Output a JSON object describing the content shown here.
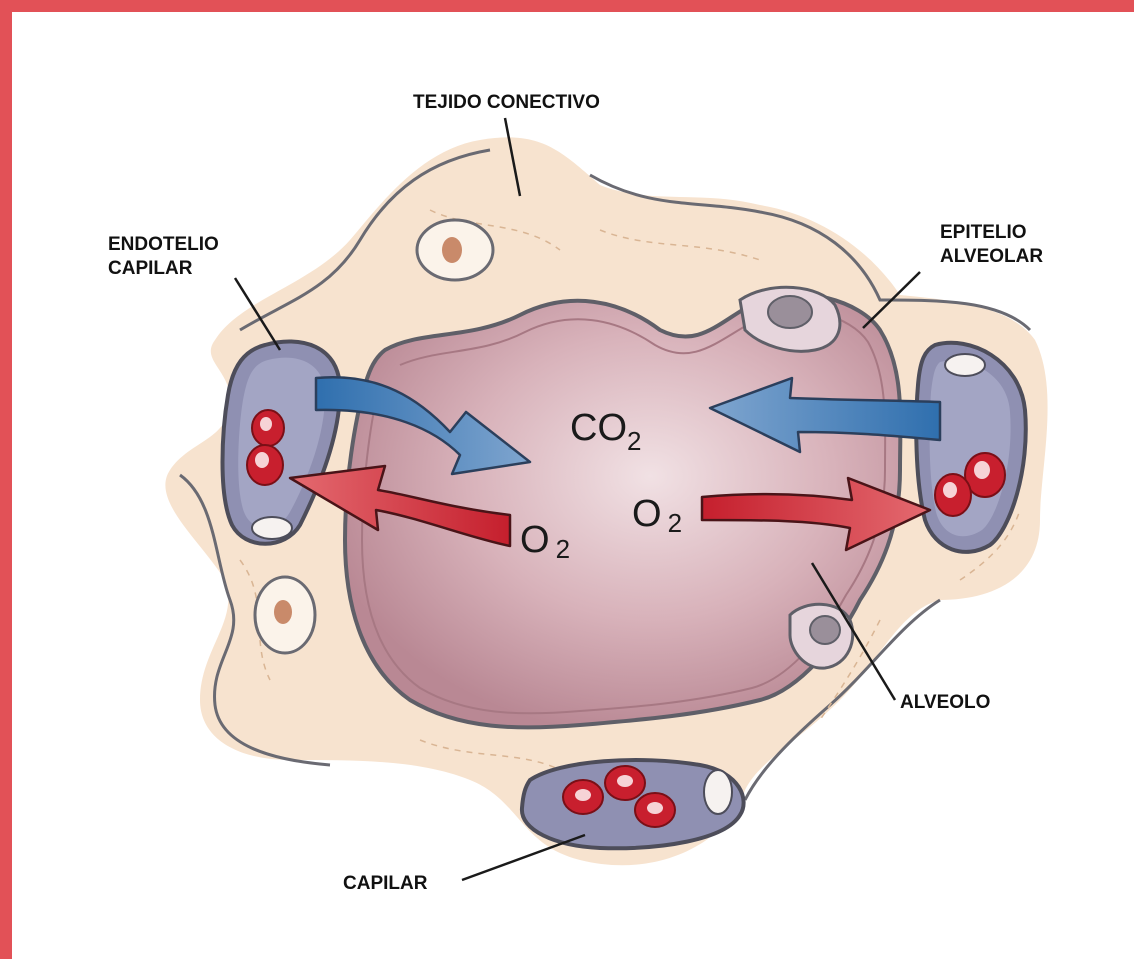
{
  "labels": {
    "connective_tissue": "TEJIDO CONECTIVO",
    "capillary_endothelium_line1": "ENDOTELIO",
    "capillary_endothelium_line2": "CAPILAR",
    "alveolar_epithelium_line1": "EPITELIO",
    "alveolar_epithelium_line2": "ALVEOLAR",
    "alveolus": "ALVEOLO",
    "capillary": "CAPILAR"
  },
  "gases": {
    "co2_main": "CO",
    "co2_sub": "2",
    "o2_main": "O",
    "o2_sub": "2"
  },
  "colors": {
    "frame": "#e25157",
    "tissue": "#f7e3cf",
    "alveolus": "#c99aa4",
    "capillary": "#8d8fb0",
    "co2_arrow": "#4f7fb3",
    "o2_arrow": "#c72b38",
    "blood_cell": "#c81f2e"
  }
}
